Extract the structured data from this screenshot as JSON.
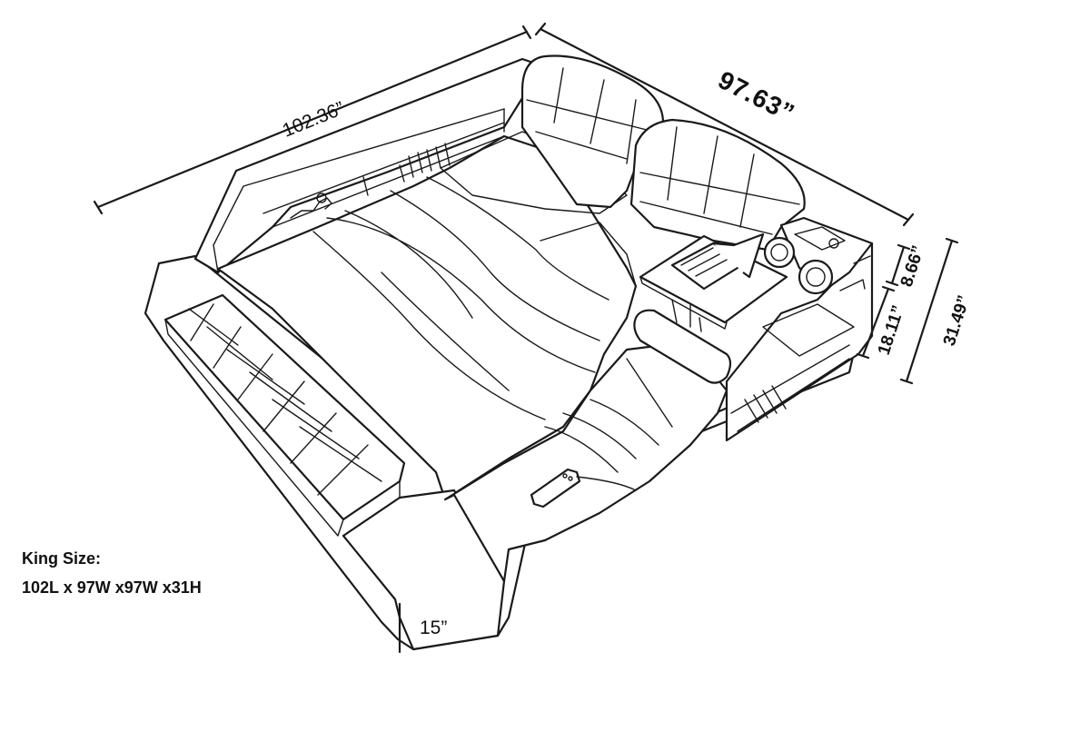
{
  "dimensions": {
    "length": "102.36”",
    "width": "97.63”",
    "total_height": "31.49”",
    "side_height": "18.11”",
    "top_height": "8.66”",
    "footboard": "15”"
  },
  "info": {
    "size_label": "King Size:",
    "size_spec": "102L x 97W x97W x31H"
  }
}
